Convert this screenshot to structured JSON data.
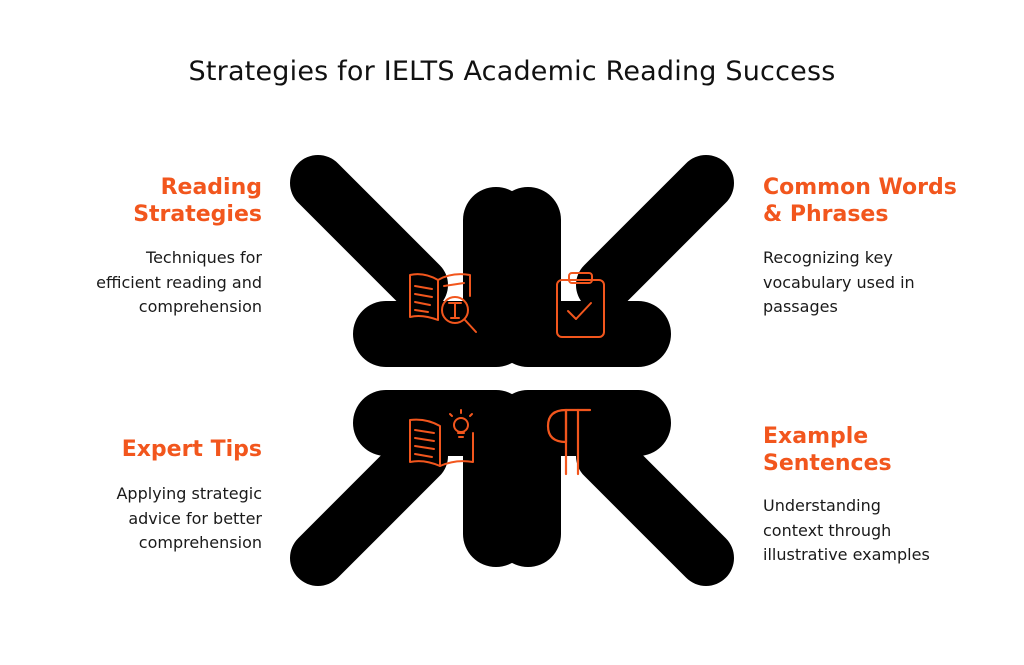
{
  "title": "Strategies for IELTS Academic Reading Success",
  "accent_color": "#f2561d",
  "shape_color": "#000000",
  "items": [
    {
      "heading": "Reading\nStrategies",
      "description": "Techniques for\nefficient reading and\ncomprehension",
      "icon": "book-magnifier-icon"
    },
    {
      "heading": "Common Words\n& Phrases",
      "description": "Recognizing key\nvocabulary used in\npassages",
      "icon": "clipboard-check-icon"
    },
    {
      "heading": "Expert Tips",
      "description": "Applying strategic\nadvice for better\ncomprehension",
      "icon": "book-lightbulb-icon"
    },
    {
      "heading": "Example\nSentences",
      "description": "Understanding\ncontext through\nillustrative examples",
      "icon": "pilcrow-icon"
    }
  ]
}
